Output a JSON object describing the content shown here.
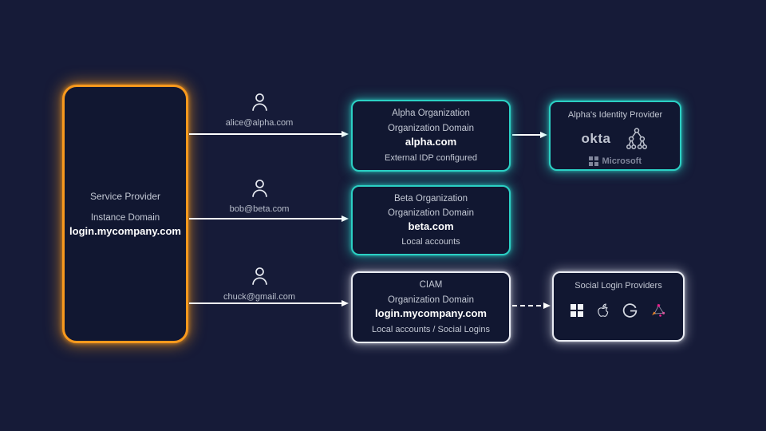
{
  "colors": {
    "background": "#161b38",
    "box_fill": "#111731",
    "accent_orange": "#f8991d",
    "accent_teal": "#2bd0c4",
    "accent_white": "#e9ecf3",
    "arrow": "#ffffff",
    "text_muted": "#c3c8d4",
    "text_bold": "#ffffff"
  },
  "service_provider": {
    "title": "Service Provider",
    "domain_label": "Instance Domain",
    "domain": "login.mycompany.com"
  },
  "users": [
    {
      "icon": "person-icon",
      "email": "alice@alpha.com"
    },
    {
      "icon": "person-icon",
      "email": "bob@beta.com"
    },
    {
      "icon": "person-icon",
      "email": "chuck@gmail.com"
    }
  ],
  "organizations": [
    {
      "title": "Alpha Organization",
      "domain_label": "Organization Domain",
      "domain": "alpha.com",
      "note": "External IDP configured",
      "border": "teal"
    },
    {
      "title": "Beta Organization",
      "domain_label": "Organization Domain",
      "domain": "beta.com",
      "note": "Local accounts",
      "border": "teal"
    },
    {
      "title": "CIAM",
      "domain_label": "Organization Domain",
      "domain": "login.mycompany.com",
      "note": "Local accounts / Social Logins",
      "border": "white"
    }
  ],
  "identity_provider": {
    "title": "Alpha's Identity Provider",
    "okta_label": "okta",
    "microsoft_label": "Microsoft",
    "icons": [
      "okta-wordmark",
      "directory-tree-icon",
      "microsoft-logo-icon"
    ]
  },
  "social_providers": {
    "title": "Social Login Providers",
    "icons": [
      "microsoft-squares-icon",
      "apple-icon",
      "google-icon",
      "network-nodes-icon"
    ]
  },
  "connections": [
    {
      "from": "service-provider",
      "to": "alpha-organization",
      "style": "solid"
    },
    {
      "from": "service-provider",
      "to": "beta-organization",
      "style": "solid"
    },
    {
      "from": "service-provider",
      "to": "ciam",
      "style": "solid"
    },
    {
      "from": "alpha-organization",
      "to": "alphas-identity-provider",
      "style": "solid"
    },
    {
      "from": "ciam",
      "to": "social-login-providers",
      "style": "dashed"
    }
  ]
}
